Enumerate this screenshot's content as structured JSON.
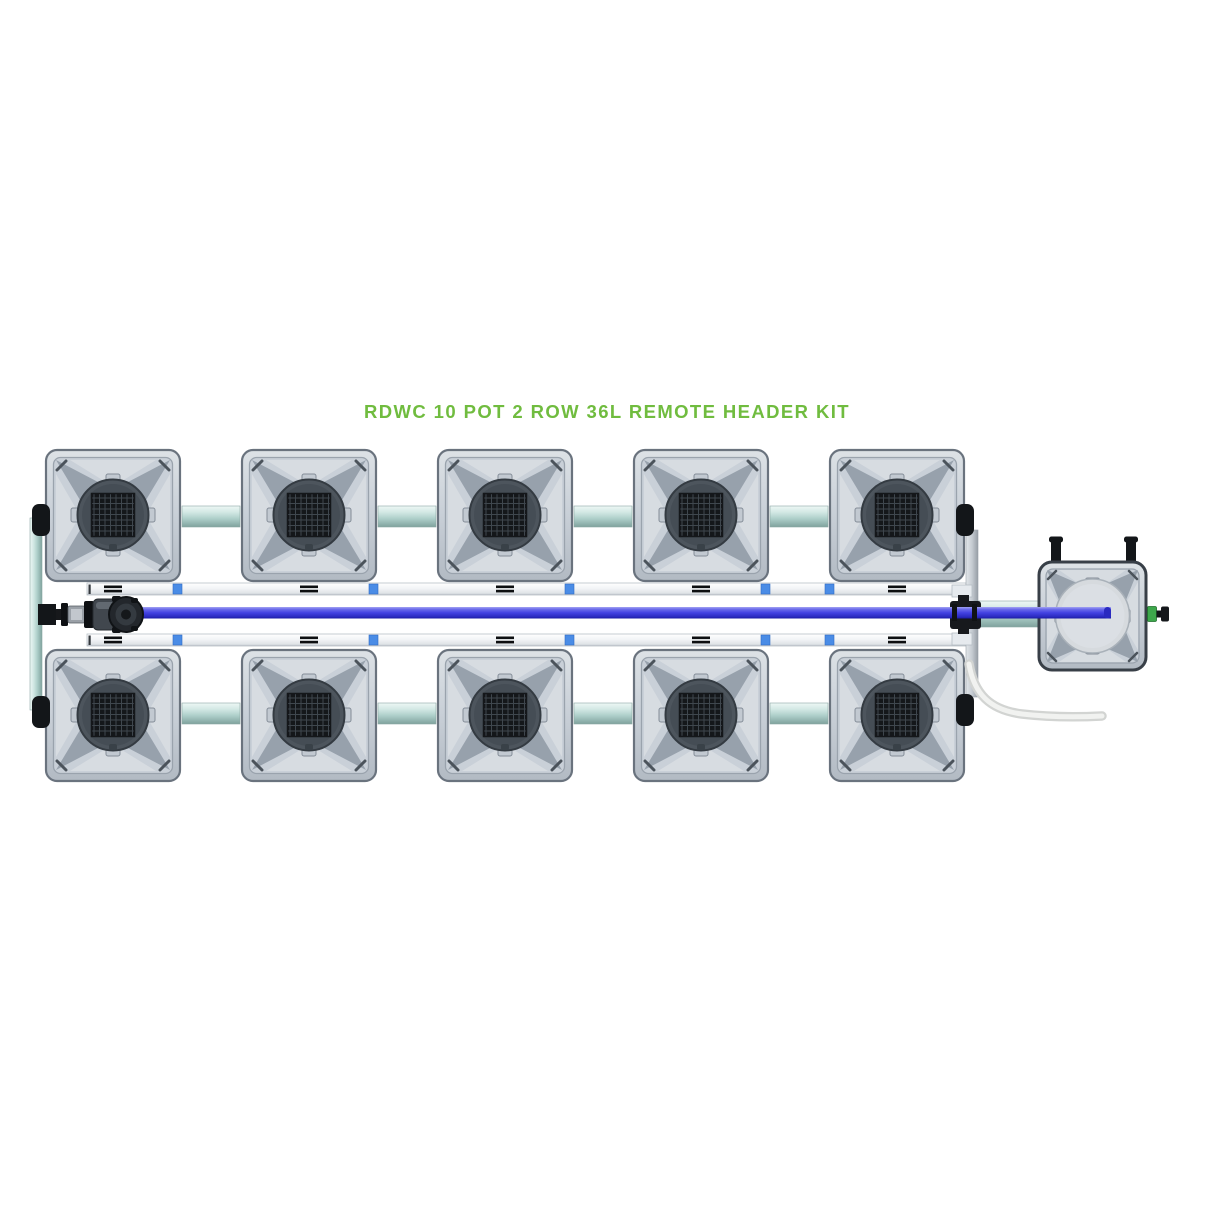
{
  "title": {
    "text": "RDWC 10 POT 2 ROW 36L REMOTE HEADER KIT"
  },
  "system": {
    "kind": "RDWC hydroponic kit product render",
    "pot_rows": 2,
    "pots_per_row": 5,
    "total_pots": 10,
    "pot_volume_label": "36L",
    "header_type_label": "REMOTE HEADER",
    "components": {
      "pot": "square grow pot with round lid and mesh basket",
      "header_tank": "remote header tank with round lid and two float posts",
      "pump_fitting": "black inlet pump and valve assembly",
      "feed_pipe": "blue main feed pipe",
      "return_pipes": "white upper and lower return manifold pipes",
      "cross_pipes": "pale teal pot-linking pipes",
      "drain_hose": "white flexible drain hose",
      "side_fitting": "green outlet fitting with black cap"
    }
  },
  "colors": {
    "title_green": "#70bc3f",
    "pipe_blue": "#4342e2",
    "pipe_teal": "#aecfca",
    "connector_blue": "#4a8ce6",
    "return_pipe_white": "#f2f4f6",
    "pot_body_gray": "#c8cfd7",
    "pot_circle_gray": "#4d555d",
    "tank_lid": "#d6dade",
    "fitting_green": "#3da74b",
    "hose_white": "#f1f2f0",
    "hardware_black": "#131619"
  }
}
